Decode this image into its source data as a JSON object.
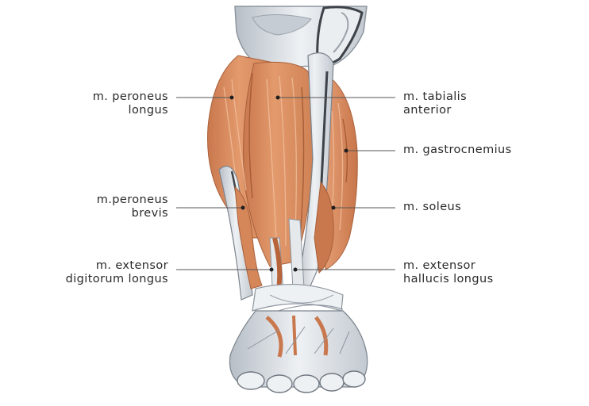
{
  "labels": {
    "peroneus_longus": {
      "line1": "m. peroneus",
      "line2": "longus"
    },
    "peroneus_brevis": {
      "line1": "m.peroneus",
      "line2": "brevis"
    },
    "ext_dig_longus": {
      "line1": "m. extensor",
      "line2": "digitorum  longus"
    },
    "tibialis_anterior": {
      "line1": "m. tabialis",
      "line2": "anterior"
    },
    "gastrocnemius": {
      "line1": "m. gastrocnemius"
    },
    "soleus": {
      "line1": "m. soleus"
    },
    "ext_hall_longus": {
      "line1": "m. extensor",
      "line2": "hallucis longus"
    }
  },
  "colors": {
    "muscle": "#d9885a",
    "muscle_dark": "#b8643a",
    "muscle_light": "#eaa77d",
    "bone": "#dfe3e8",
    "bone_shade": "#a9b0b8",
    "bone_dark": "#6f7780",
    "leader": "#555555"
  }
}
